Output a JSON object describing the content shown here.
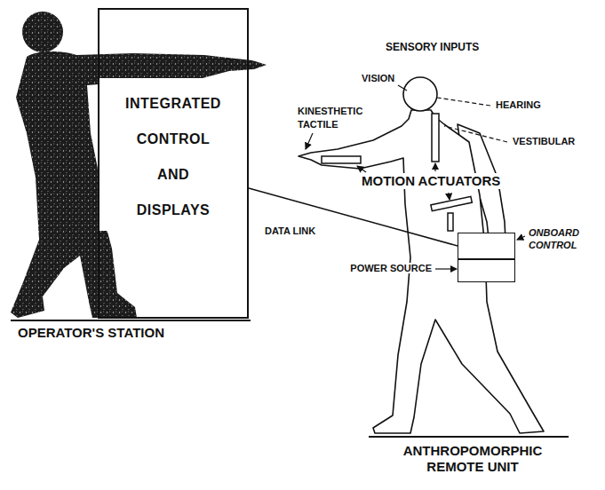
{
  "diagram": {
    "nodes": [
      {
        "text": [
          "INTEGRATED CONTROL AND DISPLAYS"
        ]
      },
      {
        "text": [
          "ONBOARD CONTROL"
        ]
      },
      {
        "text": [
          "POWER SOURCE"
        ]
      }
    ],
    "edges": [
      {
        "from": 0,
        "to": 1,
        "arrow": "none",
        "label": "DATA LINK"
      }
    ],
    "labels": [
      "OPERATOR'S STATION",
      "SENSORY INPUTS",
      "VISION",
      "HEARING",
      "VESTIBULAR",
      "KINESTHETIC TACTILE",
      "MOTION ACTUATORS",
      "ANTHROPOMORPHIC REMOTE UNIT"
    ]
  }
}
